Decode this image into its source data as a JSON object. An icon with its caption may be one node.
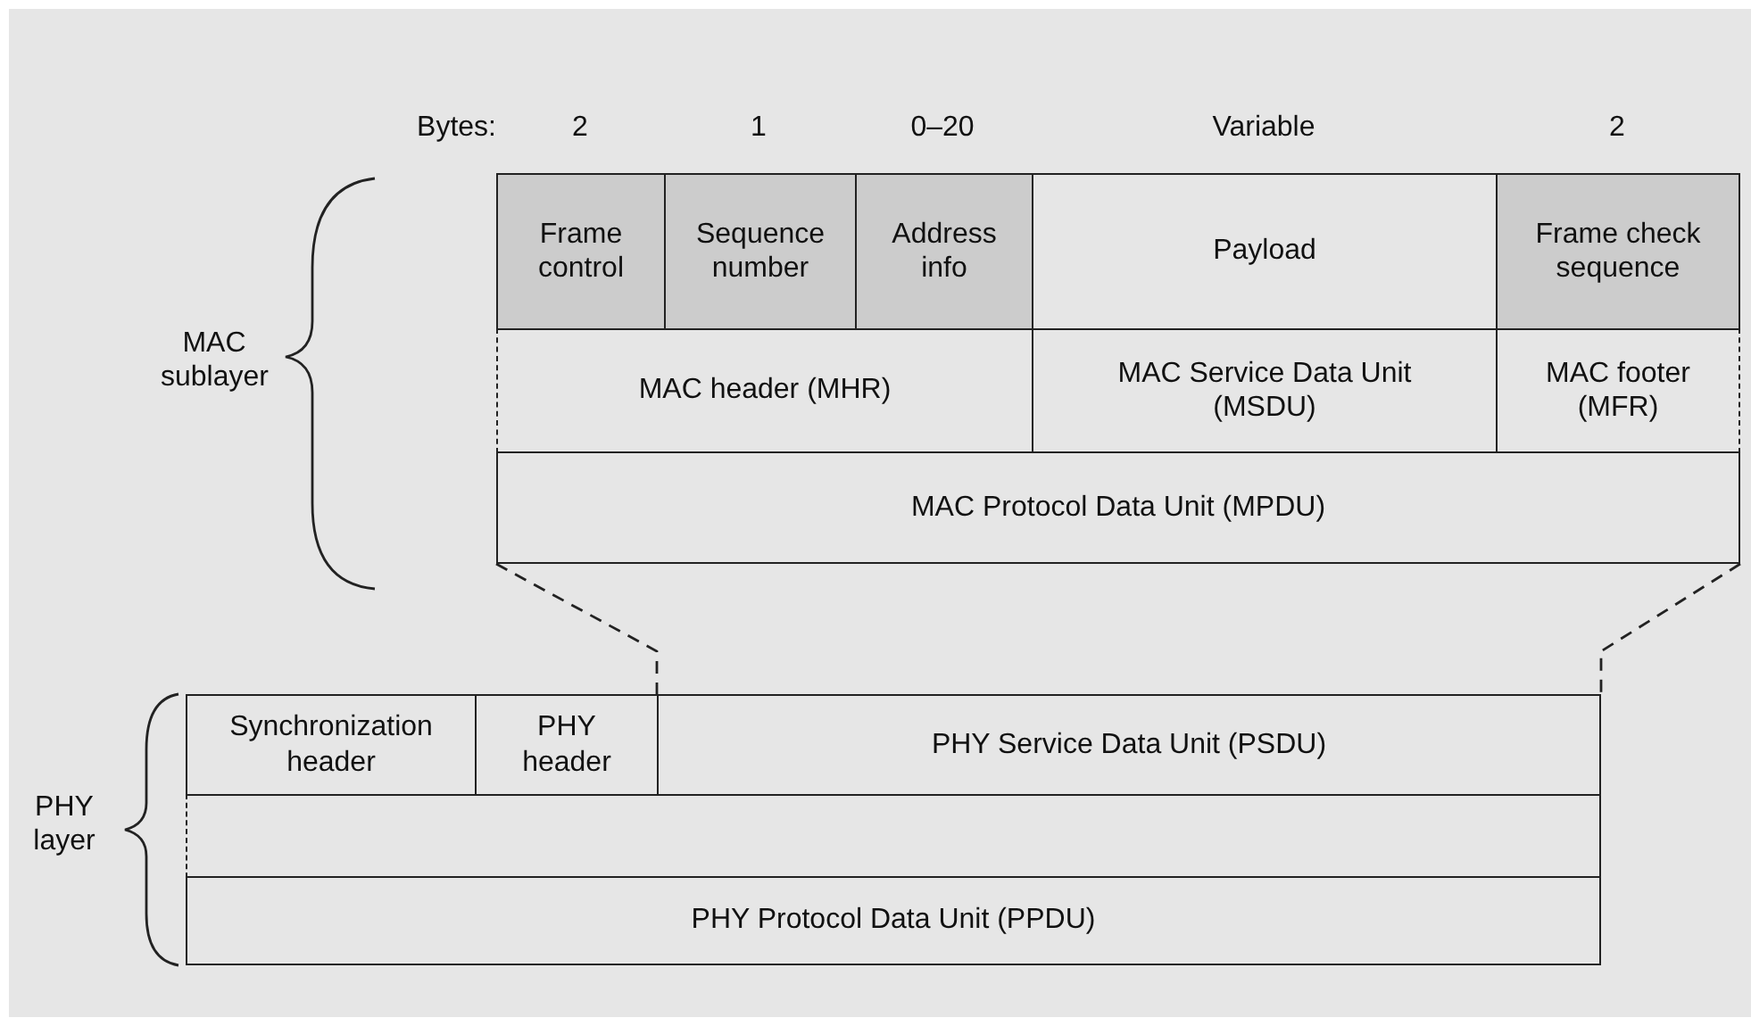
{
  "diagram": {
    "nodes": [
      {
        "text": [
          "Frame control"
        ]
      },
      {
        "text": [
          "Sequence number"
        ]
      },
      {
        "text": [
          "Address info"
        ]
      },
      {
        "text": [
          "Payload"
        ]
      },
      {
        "text": [
          "Frame check sequence"
        ]
      },
      {
        "text": [
          "MAC header (MHR)"
        ]
      },
      {
        "text": [
          "MAC Service Data Unit (MSDU)"
        ]
      },
      {
        "text": [
          "MAC footer (MFR)"
        ]
      },
      {
        "text": [
          "MAC Protocol Data Unit (MPDU)"
        ]
      },
      {
        "text": [
          "Synchronization header"
        ]
      },
      {
        "text": [
          "PHY header"
        ]
      },
      {
        "text": [
          "PHY Service Data Unit (PSDU)"
        ]
      },
      {
        "text": [],
        "shape": "box"
      },
      {
        "text": [
          "PHY Protocol Data Unit (PPDU)"
        ]
      }
    ],
    "edges": [
      {
        "from": 8,
        "to": 11,
        "arrow": "none",
        "style": "dashed"
      },
      {
        "from": 8,
        "to": 11,
        "arrow": "none",
        "style": "dashed"
      }
    ],
    "labels": [
      "Bytes:",
      "2",
      "1",
      "0–20",
      "Variable",
      "2",
      "MAC sublayer",
      "PHY layer"
    ]
  }
}
